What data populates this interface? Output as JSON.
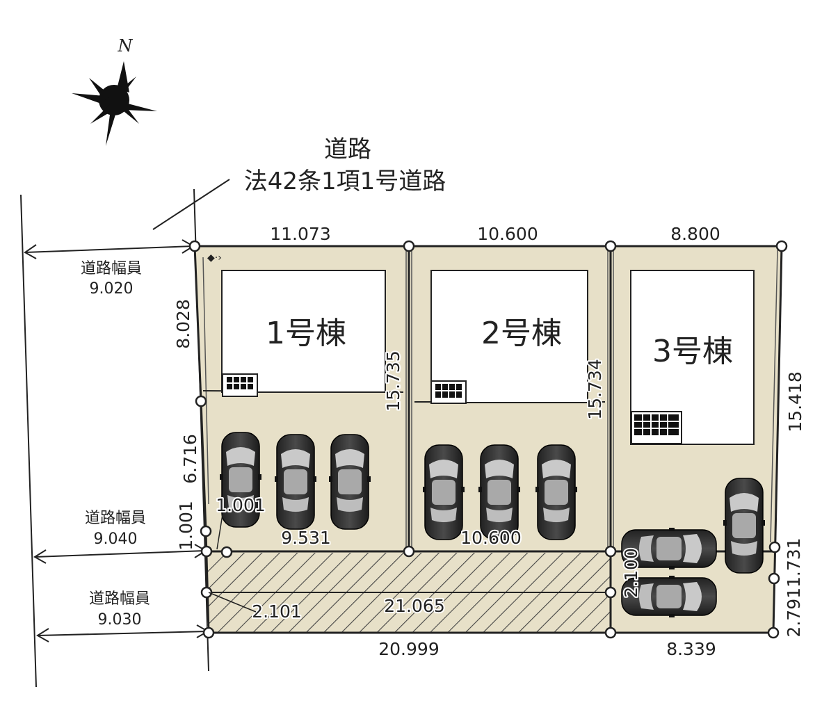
{
  "compass": {
    "label": "N"
  },
  "road": {
    "title": "道路",
    "type": "法42条1項1号道路"
  },
  "road_widths": [
    {
      "label": "道路幅員",
      "value": "9.020"
    },
    {
      "label": "道路幅員",
      "value": "9.040"
    },
    {
      "label": "道路幅員",
      "value": "9.030"
    }
  ],
  "buildings": [
    {
      "name": "1号棟"
    },
    {
      "name": "2号棟"
    },
    {
      "name": "3号棟"
    }
  ],
  "dimensions": {
    "top_1": "11.073",
    "top_2": "10.600",
    "top_3": "8.800",
    "left_upper": "8.028",
    "left_mid": "6.716",
    "left_lower": "1.001",
    "lot1_corner": "1.001",
    "div_12": "15.735",
    "div_23": "15.734",
    "right_upper": "15.418",
    "lot1_bottom": "9.531",
    "lot2_bottom": "10.600",
    "lot3_inner": "2.100",
    "easement_left": "2.101",
    "easement_length": "21.065",
    "right_lower": "2.7911.731",
    "bottom_main": "20.999",
    "bottom_right": "8.339"
  }
}
